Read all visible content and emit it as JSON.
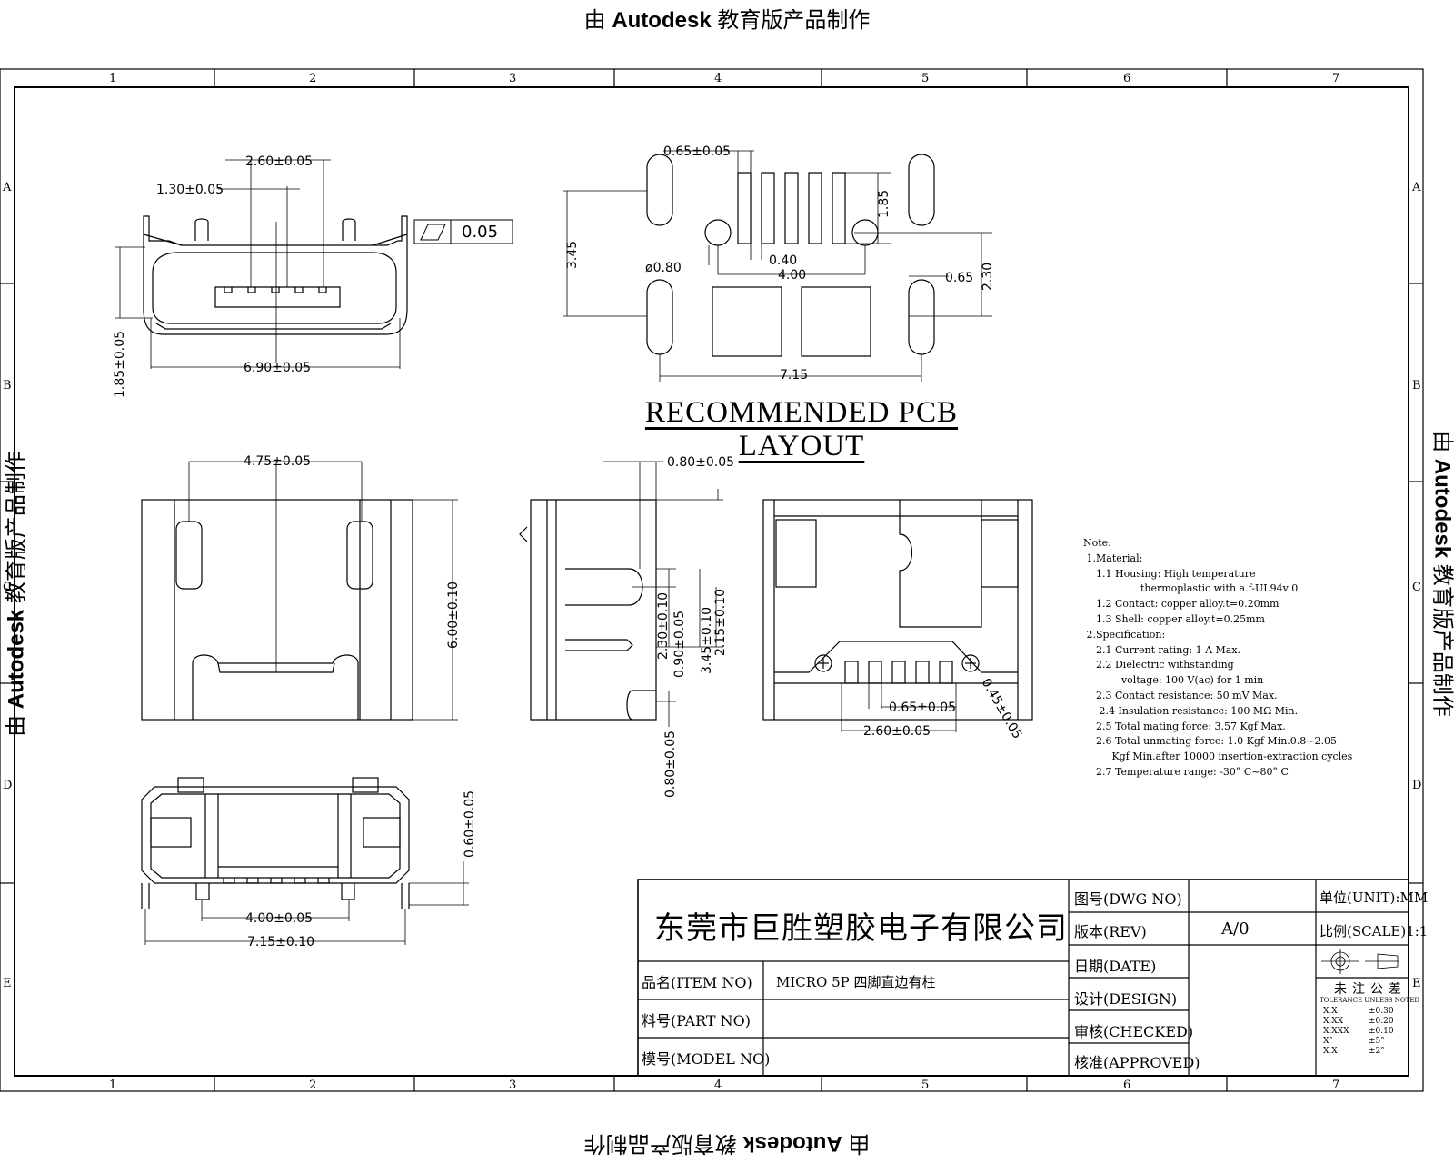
{
  "watermark": {
    "prefix": "由",
    "brand": "Autodesk",
    "suffix": "教育版产品制作"
  },
  "grid": {
    "columns": [
      "1",
      "2",
      "3",
      "4",
      "5",
      "6",
      "7"
    ],
    "rows": [
      "A",
      "B",
      "C",
      "D",
      "E"
    ]
  },
  "dimensions": {
    "front_view": {
      "pitch_pair": "2.60±0.05",
      "pitch": "1.30±0.05",
      "flatness": "0.05",
      "height": "1.85±0.05",
      "width": "6.90±0.05"
    },
    "pcb_layout": {
      "pad_width": "0.65±0.05",
      "pitch_height": "1.85",
      "overall_height": "3.45",
      "hole_dia": "ø0.80",
      "pad_gap": "0.40",
      "hole_span": "4.00",
      "slot_width": "0.65",
      "slot_span": "2.30",
      "total_width": "7.15"
    },
    "top_view": {
      "tab_span": "4.75±0.05",
      "depth": "6.00±0.10"
    },
    "side_view": {
      "top": "0.80±0.05",
      "d1": "2.30±0.10",
      "d2": "0.90±0.05",
      "d3": "3.45±0.10",
      "d4": "2.15±0.10",
      "bottom": "0.80±0.05"
    },
    "bottom_view": {
      "pitch": "0.65±0.05",
      "span": "2.60±0.05",
      "angle": "0.45±0.05"
    },
    "rear_view": {
      "height": "0.60±0.05",
      "inner": "4.00±0.05",
      "outer": "7.15±0.10"
    }
  },
  "pcb_title": "RECOMMENDED PCB LAYOUT",
  "notes": [
    "Note:",
    " 1.Material:",
    "    1.1 Housing: High temperature",
    "                  thermoplastic with a.f-UL94v 0",
    "    1.2 Contact: copper alloy.t=0.20mm",
    "    1.3 Shell: copper alloy.t=0.25mm",
    " 2.Specification:",
    "    2.1 Current rating: 1 A Max.",
    "    2.2 Dielectric withstanding",
    "            voltage: 100 V(ac) for 1 min",
    "    2.3 Contact resistance: 50 mV Max.",
    "     2.4 Insulation resistance: 100 MΩ Min.",
    "    2.5 Total mating force: 3.57 Kgf Max.",
    "    2.6 Total unmating force: 1.0 Kgf Min.0.8~2.05",
    "         Kgf Min.after 10000 insertion-extraction cycles",
    "    2.7 Temperature range: -30° C~80° C"
  ],
  "title_block": {
    "company": "东莞市巨胜塑胶电子有限公司",
    "item_no_label": "品名(ITEM NO)",
    "item_no_value": "MICRO 5P 四脚直边有柱",
    "part_no_label": "料号(PART NO)",
    "model_no_label": "模号(MODEL NO)",
    "dwg_no_label": "图号(DWG NO)",
    "rev_label": "版本(REV)",
    "rev_value": "A/0",
    "date_label": "日期(DATE)",
    "design_label": "设计(DESIGN)",
    "checked_label": "审核(CHECKED)",
    "approved_label": "核准(APPROVED)",
    "unit": "单位(UNIT):MM",
    "scale": "比例(SCALE)1:1",
    "tolerance_title": "未注公差",
    "tolerance_subtitle": "TOLERANCE UNLESS NOTED",
    "tolerances": [
      {
        "format": "X.X",
        "value": "±0.30"
      },
      {
        "format": "X.XX",
        "value": "±0.20"
      },
      {
        "format": "X.XXX",
        "value": "±0.10"
      },
      {
        "format": "X°",
        "value": "±5°"
      },
      {
        "format": "X.X",
        "value": "±2°"
      }
    ]
  }
}
